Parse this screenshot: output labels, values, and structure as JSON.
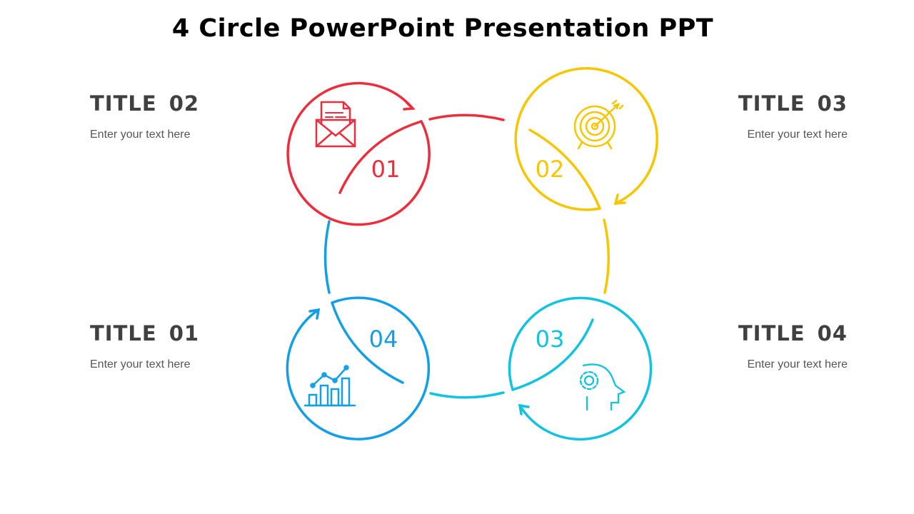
{
  "title": "4 Circle PowerPoint Presentation PPT",
  "blocks": [
    {
      "title": "TITLE  02",
      "text": "Enter your text here"
    },
    {
      "title": "TITLE  03",
      "text": "Enter your text here"
    },
    {
      "title": "TITLE  01",
      "text": "Enter your text here"
    },
    {
      "title": "TITLE  04",
      "text": "Enter your text here"
    }
  ],
  "steps": [
    {
      "number": "01",
      "icon": "mail-icon",
      "color": "#EE2D3C"
    },
    {
      "number": "02",
      "icon": "target-icon",
      "color": "#F7C600"
    },
    {
      "number": "03",
      "icon": "head-gear-icon",
      "color": "#12C3E0"
    },
    {
      "number": "04",
      "icon": "bar-chart-icon",
      "color": "#139FE6"
    }
  ]
}
